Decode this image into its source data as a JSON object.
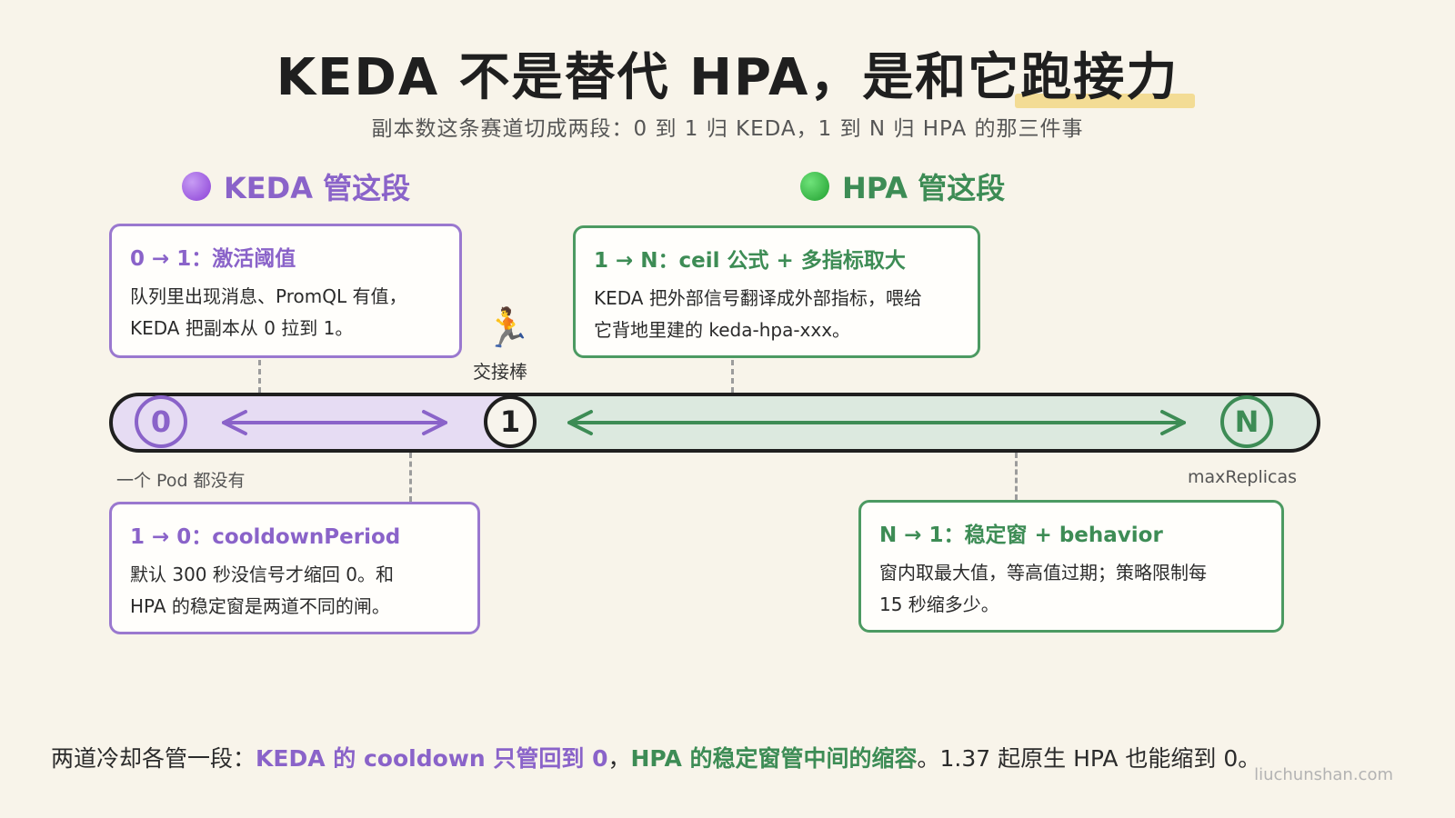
{
  "title": {
    "main": "KEDA 不是替代 HPA，是和它",
    "highlight": "跑接力"
  },
  "subtitle": "副本数这条赛道切成两段：0 到 1 归 KEDA，1 到 N 归 HPA 的那三件事",
  "zones": {
    "keda": {
      "label": "KEDA 管这段",
      "color": "#8a63c9"
    },
    "hpa": {
      "label": "HPA 管这段",
      "color": "#3d8c55"
    }
  },
  "cards": {
    "activate": {
      "head": "0 → 1：激活阈值",
      "line1": "队列里出现消息、PromQL 有值，",
      "line2": "KEDA 把副本从 0 拉到 1。"
    },
    "ceil": {
      "head": "1 → N：ceil 公式 + 多指标取大",
      "line1": "KEDA 把外部信号翻译成外部指标，喂给",
      "line2": "它背地里建的 keda-hpa-xxx。"
    },
    "cooldown": {
      "head": "1 → 0：cooldownPeriod",
      "line1": "默认 300 秒没信号才缩回 0。和",
      "line2": "HPA 的稳定窗是两道不同的闸。"
    },
    "stabilize": {
      "head": "N → 1：稳定窗 + behavior",
      "line1": "窗内取最大值，等高值过期；策略限制每",
      "line2": "15 秒缩多少。"
    }
  },
  "track": {
    "node0": "0",
    "node1": "1",
    "nodeN": "N",
    "left_label": "一个 Pod 都没有",
    "right_label": "maxReplicas"
  },
  "handoff": {
    "icon": "runner-icon",
    "label": "交接棒"
  },
  "footer": {
    "prefix": "两道冷却各管一段：",
    "keda_part": "KEDA 的 cooldown 只管回到 0",
    "comma": "，",
    "hpa_part": "HPA 的稳定窗管中间的缩容",
    "suffix": "。1.37 起原生 HPA 也能缩到 0。"
  },
  "watermark": "liuchunshan.com"
}
